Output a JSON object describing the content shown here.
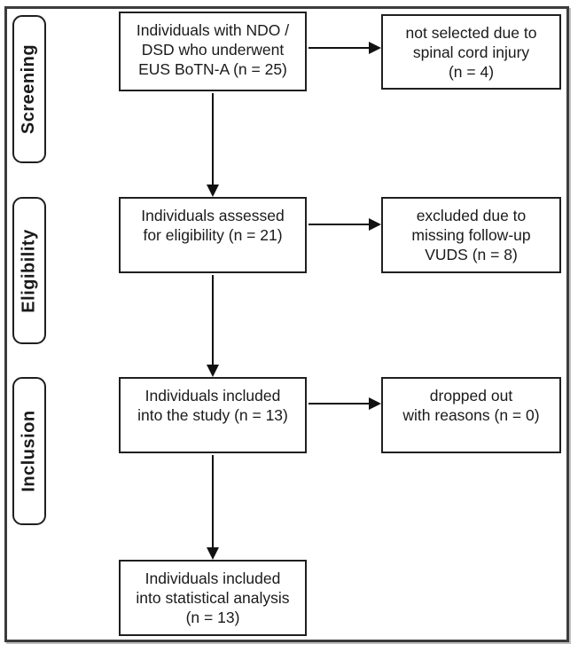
{
  "figure": {
    "type": "flowchart",
    "stages": [
      {
        "label": "Screening"
      },
      {
        "label": "Eligibility"
      },
      {
        "label": "Inclusion"
      }
    ],
    "main_boxes": [
      {
        "text": "Individuals with NDO /\nDSD who underwent\nEUS BoTN-A (n = 25)"
      },
      {
        "text": "Individuals assessed\nfor eligibility (n = 21)"
      },
      {
        "text": "Individuals included\ninto the study (n = 13)"
      },
      {
        "text": "Individuals included\ninto statistical analysis\n(n = 13)"
      }
    ],
    "side_boxes": [
      {
        "text": "not selected due to\nspinal cord injury\n(n = 4)"
      },
      {
        "text": "excluded due to\nmissing follow-up\nVUDS (n = 8)"
      },
      {
        "text": "dropped out\nwith reasons (n = 0)"
      }
    ],
    "colors": {
      "background": "#ffffff",
      "frame_border": "#3c3c3c",
      "box_border": "#1f1f1f",
      "arrow": "#111111",
      "text": "#1a1a1a"
    }
  }
}
